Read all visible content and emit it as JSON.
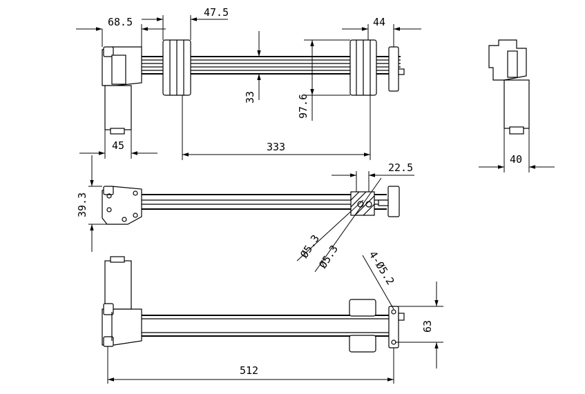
{
  "dimensions": {
    "d68_5": "68.5",
    "d47_5": "47.5",
    "d44": "44",
    "d33": "33",
    "d97_6": "97.6",
    "d45": "45",
    "d333": "333",
    "d40": "40",
    "d22_5": "22.5",
    "d39_3": "39.3",
    "phi5_3_a": "Ø5.3",
    "phi5_3_b": "Ø5.3",
    "holes": "4-Ø5.2",
    "d63": "63",
    "d512": "512"
  },
  "colors": {
    "line": "#000000",
    "background": "#ffffff"
  }
}
